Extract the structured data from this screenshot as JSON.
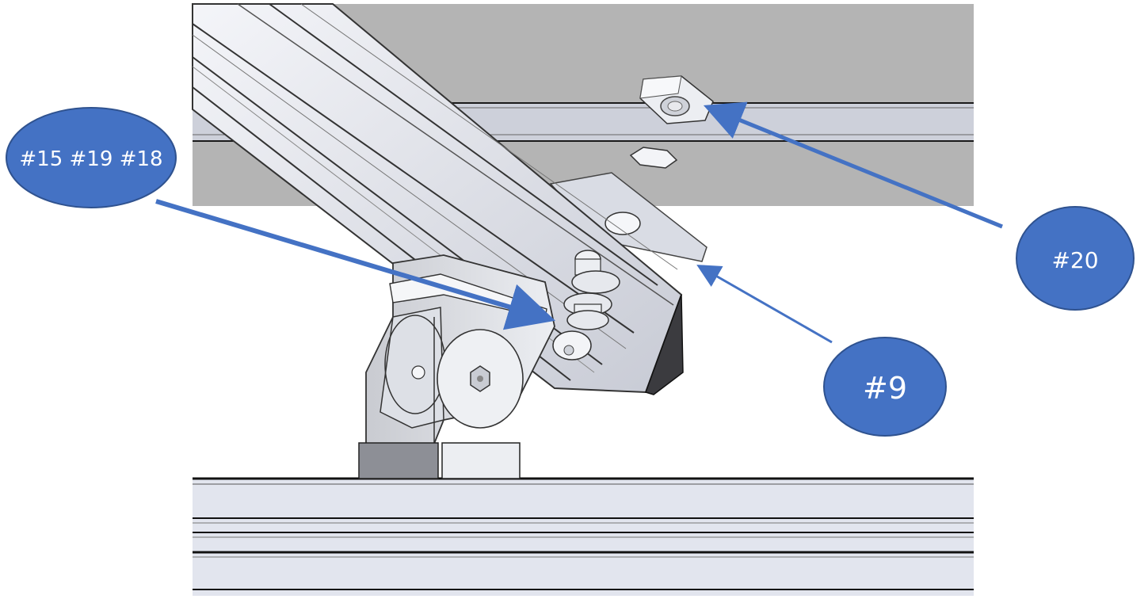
{
  "colors": {
    "background": "#ffffff",
    "wall": "#b4b4b4",
    "wall_band": "#cdd0da",
    "rail_light": "#e8eaf1",
    "rail_mid": "#c9ccd6",
    "rail_dark": "#8d8f96",
    "callout_fill": "#4472c4",
    "callout_stroke": "#2f528f",
    "callout_text": "#ffffff"
  },
  "callouts": {
    "parts_15_19_18": {
      "label": "#15 #19 #18",
      "icon": "oval-callout"
    },
    "part_20": {
      "label": "#20",
      "icon": "oval-callout"
    },
    "part_9": {
      "label": "#9",
      "icon": "oval-callout"
    }
  },
  "components": {
    "wall_panel": "grey-panel",
    "diagonal_rail": "aluminium-profile",
    "t_nut": "hex-nut-icon",
    "washer_slot": "slot-icon",
    "hinge_bracket": "hinge-icon",
    "bolt_stack": "bolt-icon",
    "base_rail": "aluminium-profile"
  }
}
